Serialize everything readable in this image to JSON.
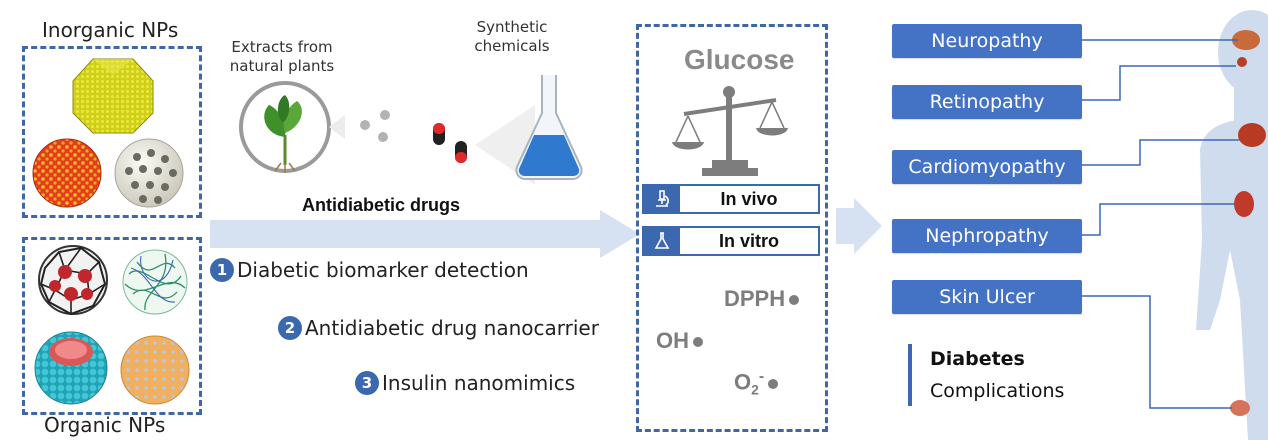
{
  "nanoparticles": {
    "inorganic_title": "Inorganic NPs",
    "organic_title": "Organic NPs"
  },
  "drugs": {
    "plants_label": "Extracts from natural plants",
    "synthetic_label": "Synthetic chemicals",
    "arrow_label": "Antidiabetic drugs"
  },
  "applications": [
    {
      "number": "1",
      "label": "Diabetic biomarker detection"
    },
    {
      "number": "2",
      "label": "Antidiabetic drug nanocarrier"
    },
    {
      "number": "3",
      "label": "Insulin nanomimics"
    }
  ],
  "assays": {
    "glucose_label": "Glucose",
    "in_vivo": "In vivo",
    "in_vitro": "In vitro",
    "radicals": {
      "dpph": "DPPH",
      "oh": "OH",
      "o2": "O",
      "o2_sub": "2",
      "o2_sup": "-"
    }
  },
  "complications": {
    "items": [
      "Neuropathy",
      "Retinopathy",
      "Cardiomyopathy",
      "Nephropathy",
      "Skin Ulcer"
    ],
    "legend_title": "Diabetes",
    "legend_subtitle": "Complications"
  },
  "colors": {
    "accent": "#3c68b0",
    "button": "#4472c4",
    "arrow": "#d6e2f2",
    "body_silhouette": "#cfdcee",
    "radical_text": "#7d7d7d"
  }
}
